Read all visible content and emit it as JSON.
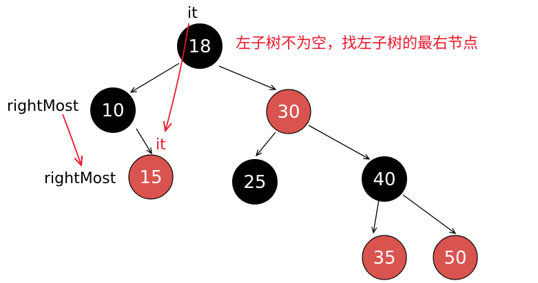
{
  "tree": {
    "nodes": [
      {
        "id": "n18",
        "label": "18",
        "color": "black"
      },
      {
        "id": "n10",
        "label": "10",
        "color": "black"
      },
      {
        "id": "n30",
        "label": "30",
        "color": "red"
      },
      {
        "id": "n15",
        "label": "15",
        "color": "red"
      },
      {
        "id": "n25",
        "label": "25",
        "color": "black"
      },
      {
        "id": "n40",
        "label": "40",
        "color": "black"
      },
      {
        "id": "n35",
        "label": "35",
        "color": "red"
      },
      {
        "id": "n50",
        "label": "50",
        "color": "red"
      }
    ],
    "edges": [
      {
        "from": "n18",
        "to": "n10"
      },
      {
        "from": "n18",
        "to": "n30"
      },
      {
        "from": "n10",
        "to": "n15"
      },
      {
        "from": "n30",
        "to": "n25"
      },
      {
        "from": "n30",
        "to": "n40"
      },
      {
        "from": "n40",
        "to": "n35"
      },
      {
        "from": "n40",
        "to": "n50"
      }
    ]
  },
  "annotations": {
    "it_top": "it",
    "it_moved": "it",
    "rightmost_top": "rightMost",
    "rightmost_bottom": "rightMost",
    "note": "左子树不为空，找左子树的最右节点"
  },
  "colors": {
    "black_node": "#000000",
    "red_node": "#d9534f",
    "red_text": "#e8192c",
    "edge": "#000000"
  }
}
